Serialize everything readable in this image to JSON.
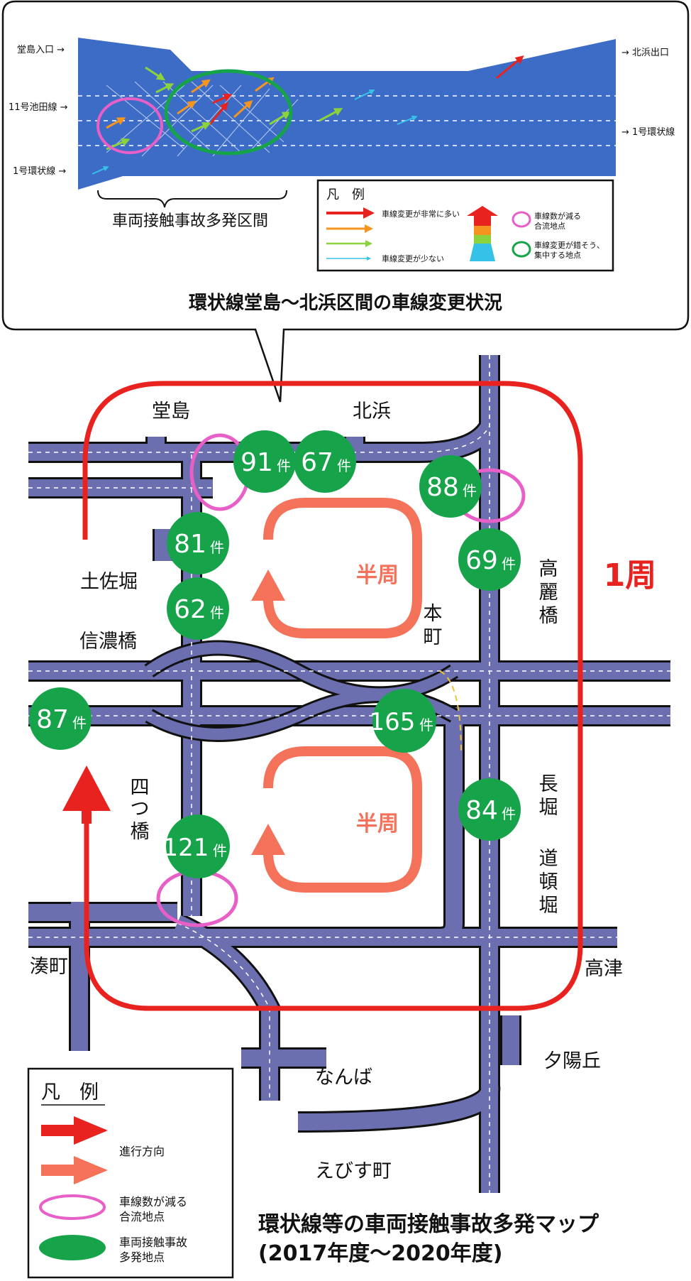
{
  "inset": {
    "labels": {
      "dojima_entrance": "堂島入口 →",
      "ikeda": "11号池田線 →",
      "loop_in": "1号環状線 →",
      "kitahama_exit": "→ 北浜出口",
      "loop_out": "→ 1号環状線"
    },
    "zone_label": "車両接触事故多発区間",
    "caption": "環状線堂島～北浜区間の車線変更状況",
    "legend": {
      "title": "凡　例",
      "many": "車線変更が非常に多い",
      "few": "車線変更が少ない",
      "merge": "車線数が減る",
      "merge2": "合流地点",
      "concentrate": "車線変更が錯そう、",
      "concentrate2": "集中する地点",
      "colors": [
        "#e8231f",
        "#f5951f",
        "#8cd23c",
        "#35c2e8"
      ]
    }
  },
  "map": {
    "places": {
      "dojima": "堂島",
      "kitahama": "北浜",
      "tosabori": "土佐堀",
      "shinanobashi": "信濃橋",
      "koraibashi": [
        "高",
        "麗",
        "橋"
      ],
      "honmachi": [
        "本",
        "町"
      ],
      "yotsubashi": [
        "四",
        "つ",
        "橋"
      ],
      "nagahori": [
        "長",
        "堀"
      ],
      "dotonbori": [
        "道",
        "頓",
        "堀"
      ],
      "minatomachi": "湊町",
      "takatsu": "高津",
      "yuhigaoka": "夕陽丘",
      "namba": "なんば",
      "ebisucho": "えびす町"
    },
    "loop_label": "1周",
    "half_label": "半周",
    "accidents": [
      {
        "count": "91",
        "unit": "件"
      },
      {
        "count": "67",
        "unit": "件"
      },
      {
        "count": "88",
        "unit": "件"
      },
      {
        "count": "81",
        "unit": "件"
      },
      {
        "count": "69",
        "unit": "件"
      },
      {
        "count": "62",
        "unit": "件"
      },
      {
        "count": "87",
        "unit": "件"
      },
      {
        "count": "165",
        "unit": "件"
      },
      {
        "count": "84",
        "unit": "件"
      },
      {
        "count": "121",
        "unit": "件"
      }
    ],
    "colors": {
      "road": "#6b6fb0",
      "accident": "#16a34a",
      "loop": "#e8231f",
      "half": "#f4725a",
      "merge": "#e85fc8"
    }
  },
  "legend": {
    "title": "凡　例",
    "direction": "進行方向",
    "merge": "車線数が減る",
    "merge2": "合流地点",
    "accident": "車両接触事故",
    "accident2": "多発地点"
  },
  "title": {
    "line1": "環状線等の車両接触事故多発マップ",
    "line2": "(2017年度～2020年度)"
  }
}
